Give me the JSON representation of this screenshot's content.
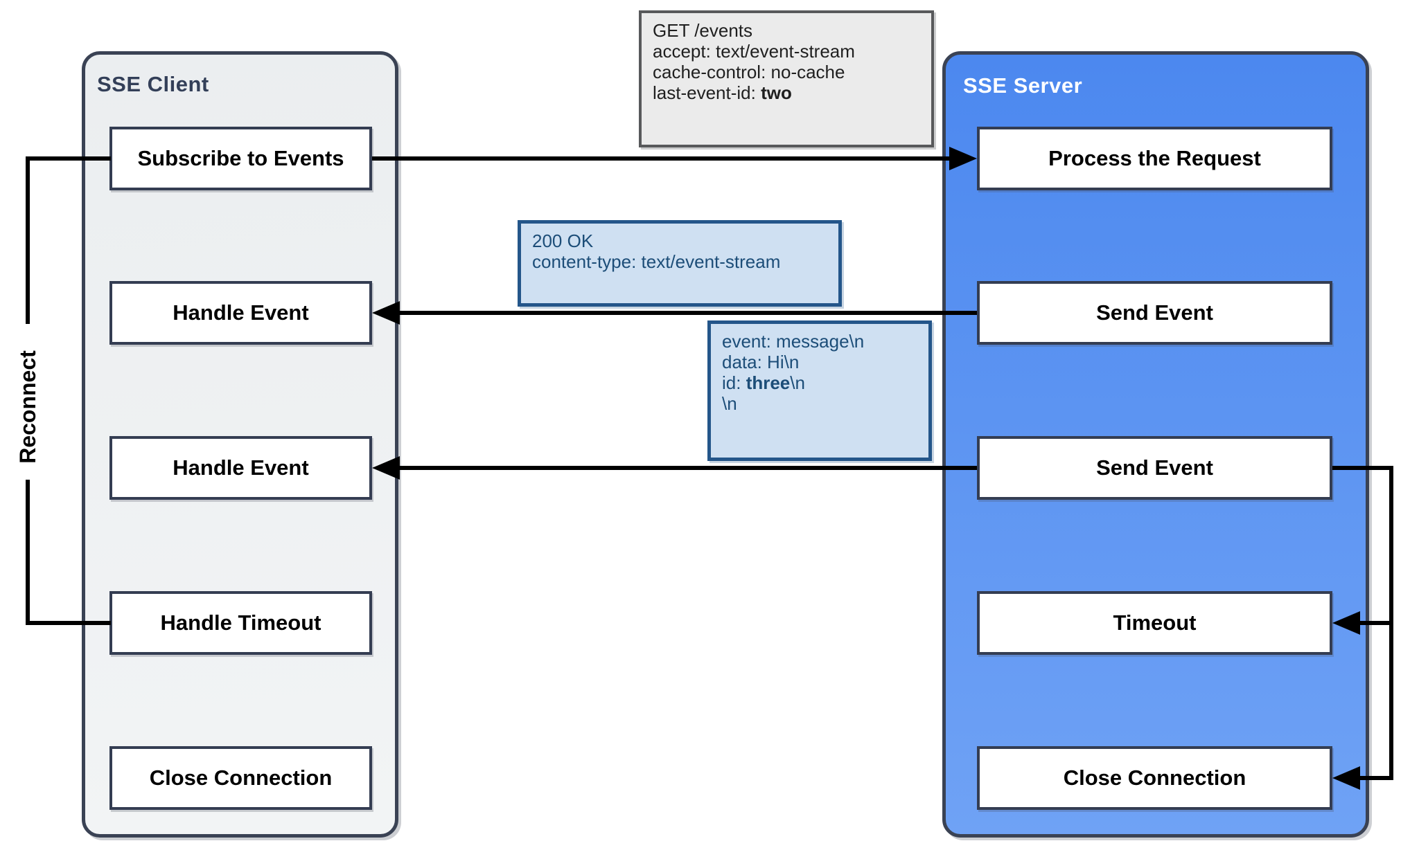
{
  "client": {
    "title": "SSE Client",
    "nodes": {
      "subscribe": "Subscribe to Events",
      "handle_event_1": "Handle Event",
      "handle_event_2": "Handle Event",
      "handle_timeout": "Handle Timeout",
      "close_connection": "Close Connection"
    }
  },
  "server": {
    "title": "SSE Server",
    "nodes": {
      "process_request": "Process the Request",
      "send_event_1": "Send Event",
      "send_event_2": "Send Event",
      "timeout": "Timeout",
      "close_connection": "Close Connection"
    }
  },
  "reconnect_label": "Reconnect",
  "messages": {
    "request": {
      "line1": "GET /events",
      "line2": "accept: text/event-stream",
      "line3": "cache-control: no-cache",
      "line4_prefix": "last-event-id: ",
      "line4_bold": "two"
    },
    "response": {
      "line1": "200 OK",
      "line2": "content-type: text/event-stream"
    },
    "event": {
      "line1": "event: message\\n",
      "line2": "data: Hi\\n",
      "line3_prefix": "id: ",
      "line3_bold": "three",
      "line3_suffix": "\\n",
      "line4": "\\n"
    }
  },
  "colors": {
    "server_panel_top": "#4c88ef",
    "server_panel_bottom": "#6fa2f5",
    "client_panel": "#eef0f2",
    "panel_border": "#3a4254",
    "node_border": "#343d52",
    "node_fill": "#ffffff",
    "request_box_fill": "#ebebeb",
    "request_box_border": "#58595b",
    "blue_box_fill": "#cfe0f2",
    "blue_box_border": "#24568a",
    "blue_box_text": "#1c4d78",
    "arrow": "#000000",
    "client_title_text": "#333f58",
    "server_title_text": "#ffffff"
  }
}
